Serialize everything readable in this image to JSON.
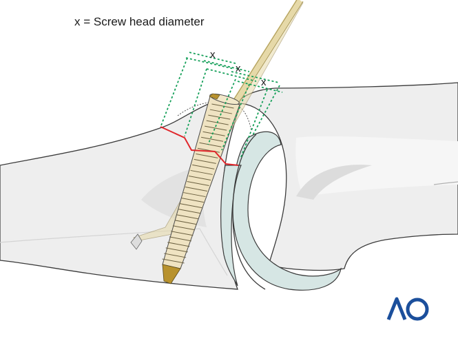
{
  "caption": "x = Screw head diameter",
  "dimension_labels": [
    "x",
    "x",
    "x"
  ],
  "logo_text": "AO",
  "colors": {
    "bone_fill": "#eeeeee",
    "bone_outline": "#3a3a3a",
    "cartilage": "#d6e6e4",
    "fracture_line": "#e0262b",
    "guide_lines": "#16a05a",
    "screw": "#efe3c2",
    "screw_tip": "#b8922e",
    "guide_wire": "#e6d9a8",
    "logo": "#1b4f9c"
  }
}
